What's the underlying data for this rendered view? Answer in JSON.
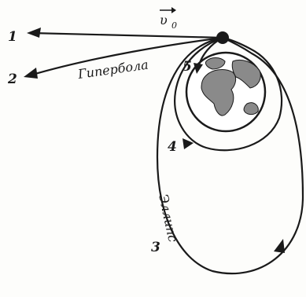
{
  "labels": {
    "velocity_symbol": "υ",
    "velocity_subscript": "0",
    "hyperbola": "Гипербола",
    "ellipse": "Эллипс",
    "n1": "1",
    "n2": "2",
    "n3": "3",
    "n4": "4",
    "n5": "5"
  },
  "colors": {
    "ink": "#1a1a1a",
    "ocean": "#ffffff",
    "land": "#8a8a8a"
  }
}
